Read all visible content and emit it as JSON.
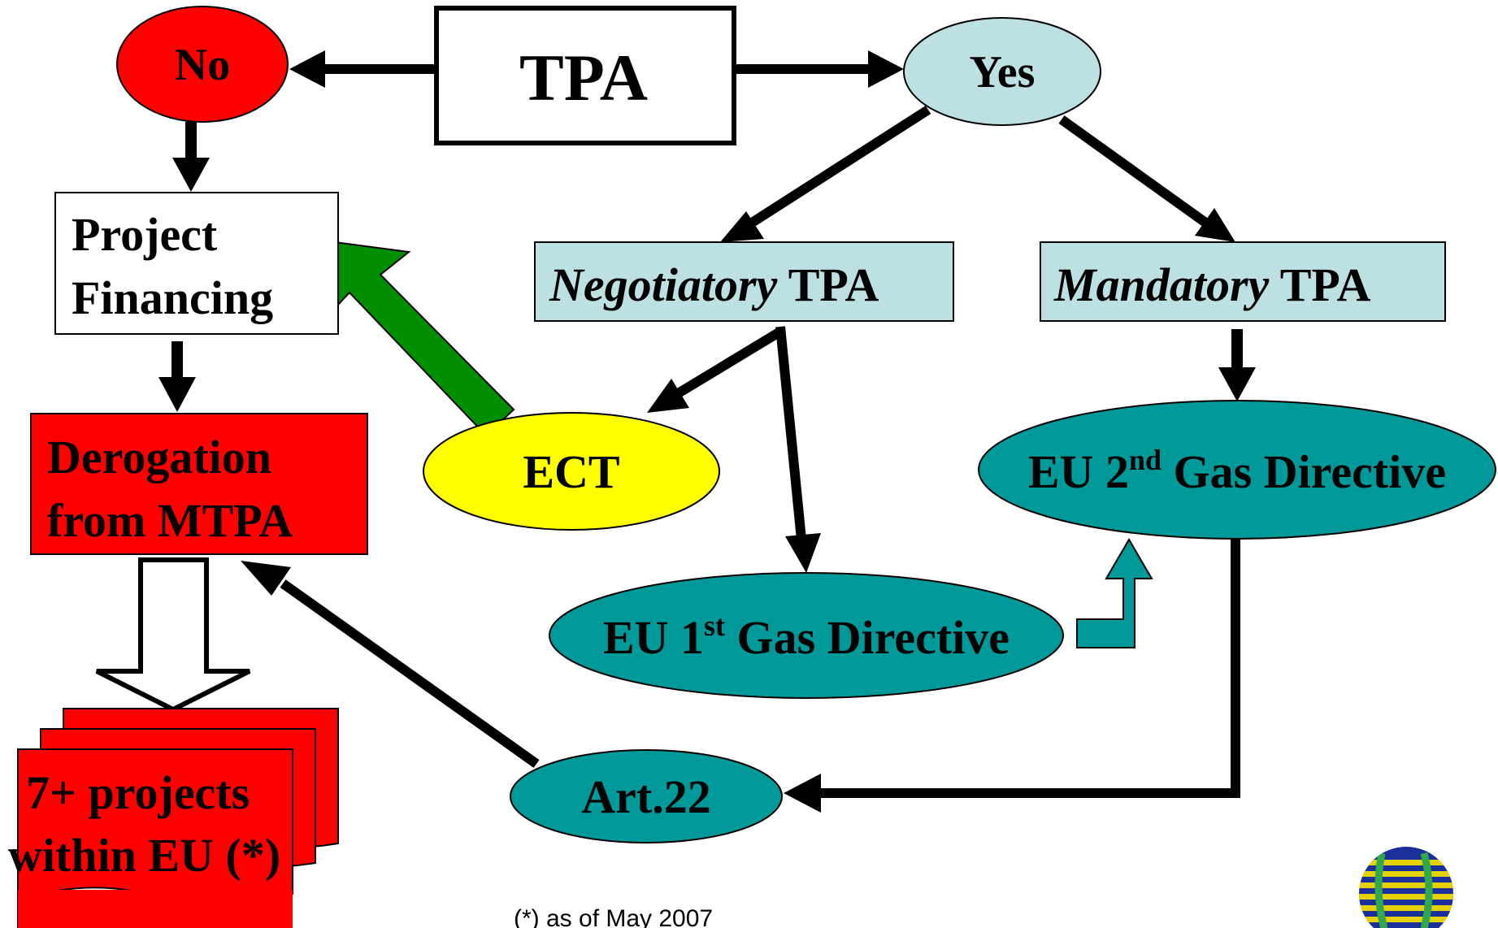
{
  "diagram": {
    "nodes": {
      "tpa": {
        "label": "TPA"
      },
      "no": {
        "label": "No"
      },
      "yes": {
        "label": "Yes"
      },
      "project_financing": {
        "line1": "Project",
        "line2": "Financing"
      },
      "negotiatory_tpa": {
        "italic": "Negotiatory",
        "rest": " TPA"
      },
      "mandatory_tpa": {
        "italic": "Mandatory",
        "rest": " TPA"
      },
      "derogation": {
        "line1": "Derogation",
        "line2": "from MTPA"
      },
      "ect": {
        "label": "ECT"
      },
      "eu_2nd": {
        "prefix": "EU 2",
        "sup": "nd",
        "suffix": " Gas Directive"
      },
      "eu_1st": {
        "prefix": "EU 1",
        "sup": "st",
        "suffix": " Gas Directive"
      },
      "art22": {
        "label": "Art.22"
      },
      "projects": {
        "line1": "7+ projects",
        "line2": "within EU (*)"
      }
    },
    "footnote": "(*) as of May 2007"
  },
  "colors": {
    "red": "#ff0000",
    "light_blue": "#bde0e3",
    "teal": "#009999",
    "yellow": "#ffff00",
    "green": "#008f00",
    "black": "#000000"
  },
  "icons": {
    "logo": "energy-charter-logo"
  }
}
